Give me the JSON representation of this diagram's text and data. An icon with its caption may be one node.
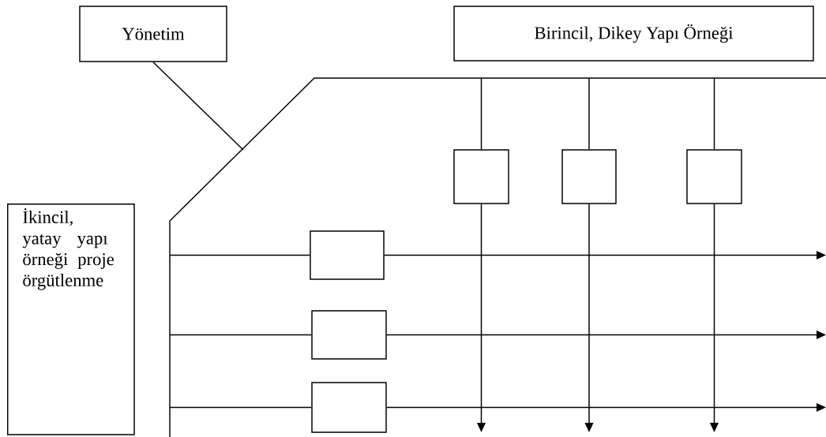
{
  "diagram": {
    "nodes": [
      {
        "text": [
          "Yönetim"
        ]
      },
      {
        "text": [
          "Birincil, Dikey Yapı Örneği"
        ]
      },
      {
        "text": [
          "İkincil, yatay yapı örneği proje örgütlenme"
        ]
      },
      {
        "text": [],
        "shape": "box"
      },
      {
        "text": [],
        "shape": "box"
      },
      {
        "text": [],
        "shape": "box"
      },
      {
        "text": [],
        "shape": "box"
      },
      {
        "text": [],
        "shape": "box"
      },
      {
        "text": [],
        "shape": "box"
      }
    ],
    "edges": [
      {
        "from": 0,
        "to": null,
        "arrow": "none"
      },
      {
        "from": null,
        "to": 3,
        "arrow": "none"
      },
      {
        "from": null,
        "to": 4,
        "arrow": "none"
      },
      {
        "from": null,
        "to": 5,
        "arrow": "none"
      },
      {
        "from": 3,
        "to": null,
        "arrow": "to"
      },
      {
        "from": 4,
        "to": null,
        "arrow": "to"
      },
      {
        "from": 5,
        "to": null,
        "arrow": "to"
      },
      {
        "from": null,
        "to": 6,
        "arrow": "none"
      },
      {
        "from": null,
        "to": 7,
        "arrow": "none"
      },
      {
        "from": null,
        "to": 8,
        "arrow": "none"
      },
      {
        "from": 6,
        "to": null,
        "arrow": "to"
      },
      {
        "from": 7,
        "to": null,
        "arrow": "to"
      },
      {
        "from": 8,
        "to": null,
        "arrow": "to"
      }
    ]
  }
}
